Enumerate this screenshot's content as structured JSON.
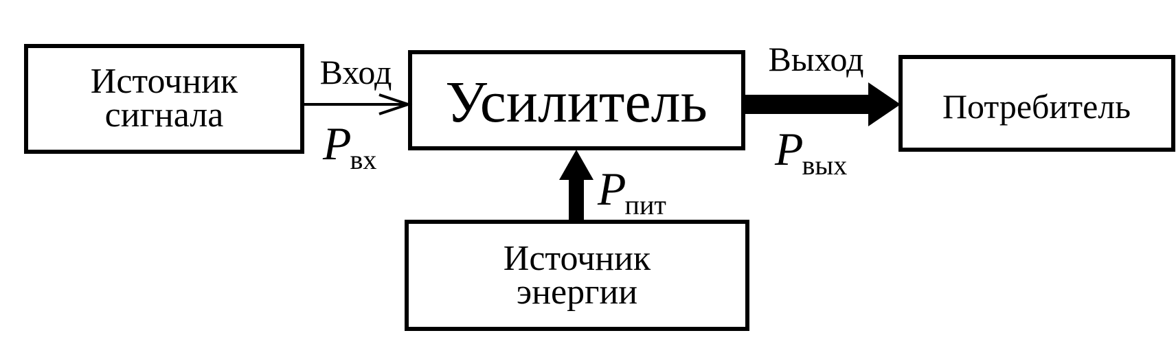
{
  "blocks": {
    "signal_source": {
      "line1": "Источник",
      "line2": "сигнала"
    },
    "amplifier": {
      "label": "Усилитель"
    },
    "consumer": {
      "label": "Потребитель"
    },
    "energy_source": {
      "line1": "Источник",
      "line2": "энергии"
    }
  },
  "connections": {
    "input": {
      "label": "Вход",
      "symbol": "P",
      "subscript": "вх"
    },
    "output": {
      "label": "Выход",
      "symbol": "P",
      "subscript": "вых"
    },
    "supply": {
      "symbol": "P",
      "subscript": "пит"
    }
  },
  "colors": {
    "stroke": "#000000",
    "background": "#ffffff"
  }
}
